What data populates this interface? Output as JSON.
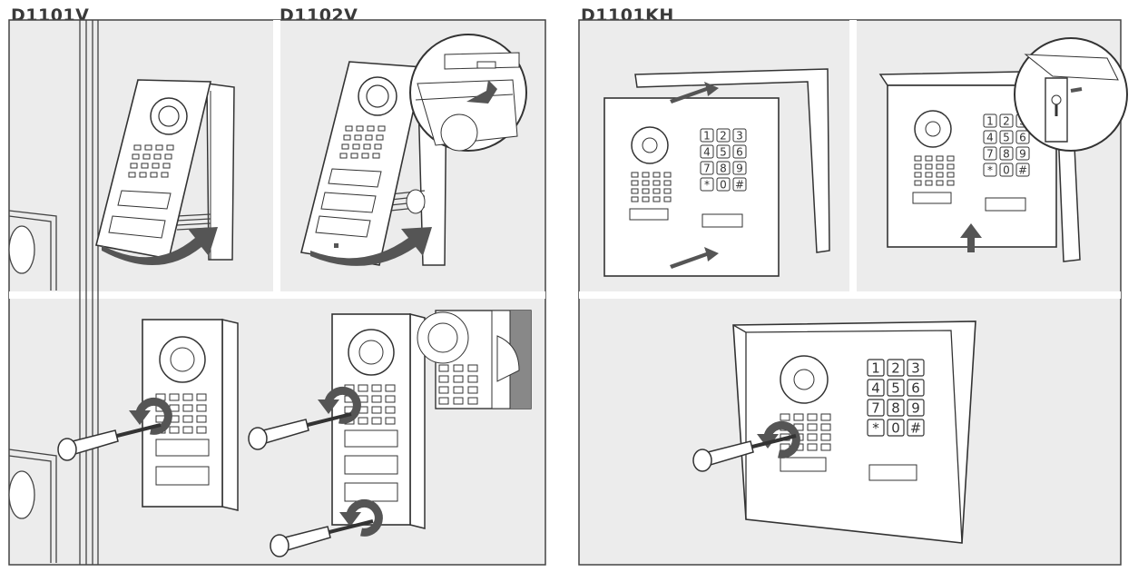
{
  "titles": {
    "d1101v": "D1101V",
    "d1102v": "D1102V",
    "d1101kh": "D1101KH"
  },
  "keypad": {
    "keys": [
      "1",
      "2",
      "3",
      "4",
      "5",
      "6",
      "7",
      "8",
      "9",
      "*",
      "0",
      "#"
    ]
  },
  "colors": {
    "panel_bg": "#eeeeee",
    "frame": "#444444",
    "device": "#ffffff",
    "arrow": "#555555",
    "screwdriver": "#ffffff"
  },
  "icons": {
    "rotate_arrow": "rotate-arrow-icon",
    "slide_arrow": "arrow-icon",
    "screwdriver": "screwdriver-icon",
    "magnifier": "magnifier-circle-icon"
  }
}
